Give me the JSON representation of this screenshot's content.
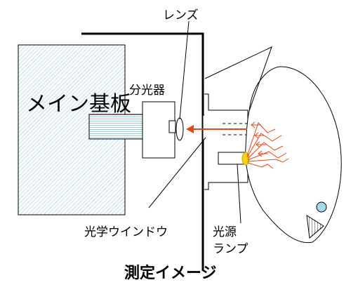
{
  "labels": {
    "main_board": "メイン基板",
    "spectrometer": "分光器",
    "lens": "レンズ",
    "optical_window": "光学ウインドウ",
    "light_source_line1": "光源",
    "light_source_line2": "ランプ"
  },
  "caption": "測定イメージ",
  "colors": {
    "light_ray": "#e04a1a",
    "reflection": "#e04a1a",
    "lamp": "#f2d21a",
    "fish_eye": "#a8d8ec",
    "board_hatch": "#9fcbd9",
    "outline": "#000000"
  }
}
